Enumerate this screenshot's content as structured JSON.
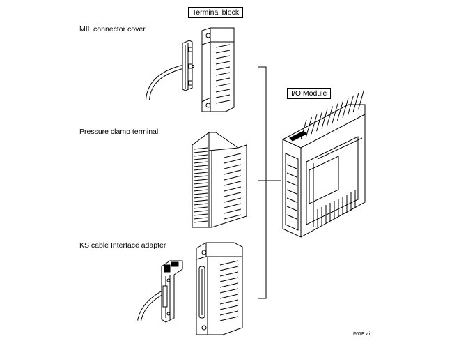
{
  "labels": {
    "terminal_block": "Terminal block",
    "mil_connector_cover": "MIL connector cover",
    "pressure_clamp_terminal": "Pressure clamp terminal",
    "ks_cable_adapter": "KS cable Interface adapter",
    "io_module": "I/O Module",
    "figure_id": "F01E.ai"
  }
}
